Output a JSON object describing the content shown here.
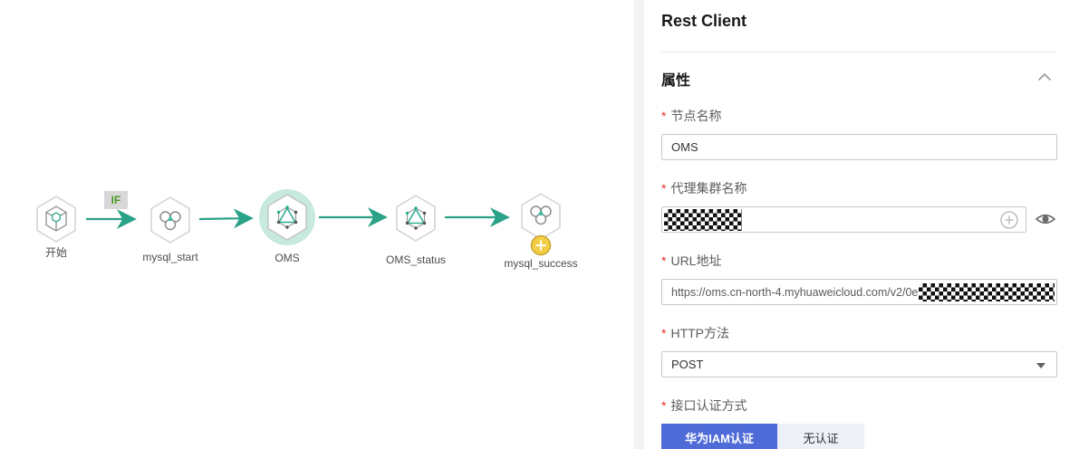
{
  "canvas": {
    "edge_label": "IF",
    "edge_color": "#2aa287",
    "nodes": [
      {
        "label": "开始",
        "icon": "cube-icon",
        "selected": false
      },
      {
        "label": "mysql_start",
        "icon": "cluster-icon",
        "selected": false
      },
      {
        "label": "OMS",
        "icon": "prism-icon",
        "selected": true
      },
      {
        "label": "OMS_status",
        "icon": "prism-icon",
        "selected": false
      },
      {
        "label": "mysql_success",
        "icon": "cluster-icon",
        "selected": false,
        "badge": "plus"
      }
    ]
  },
  "panel": {
    "title": "Rest Client",
    "section_title": "属性",
    "required_marker": "*",
    "fields": {
      "node_name": {
        "label": "节点名称",
        "value": "OMS",
        "required": true
      },
      "agent_cluster": {
        "label": "代理集群名称",
        "value_redacted": true,
        "required": true
      },
      "url": {
        "label": "URL地址",
        "value_prefix": "https://oms.cn-north-4.myhuaweicloud.com/v2/0e",
        "value_suffix_redacted": true,
        "required": true
      },
      "http_method": {
        "label": "HTTP方法",
        "value": "POST",
        "required": true
      },
      "auth": {
        "label": "接口认证方式",
        "options": [
          "华为IAM认证",
          "无认证"
        ],
        "selected": "华为IAM认证",
        "required": true
      }
    }
  },
  "colors": {
    "accent_teal": "#2aa287",
    "selected_ring": "#c8e9dd",
    "primary_blue": "#4f6bd8",
    "required_red": "#e8322f",
    "badge_yellow": "#f3cd46",
    "if_badge_bg": "#d8d8d8",
    "if_badge_text": "#449b1f"
  }
}
